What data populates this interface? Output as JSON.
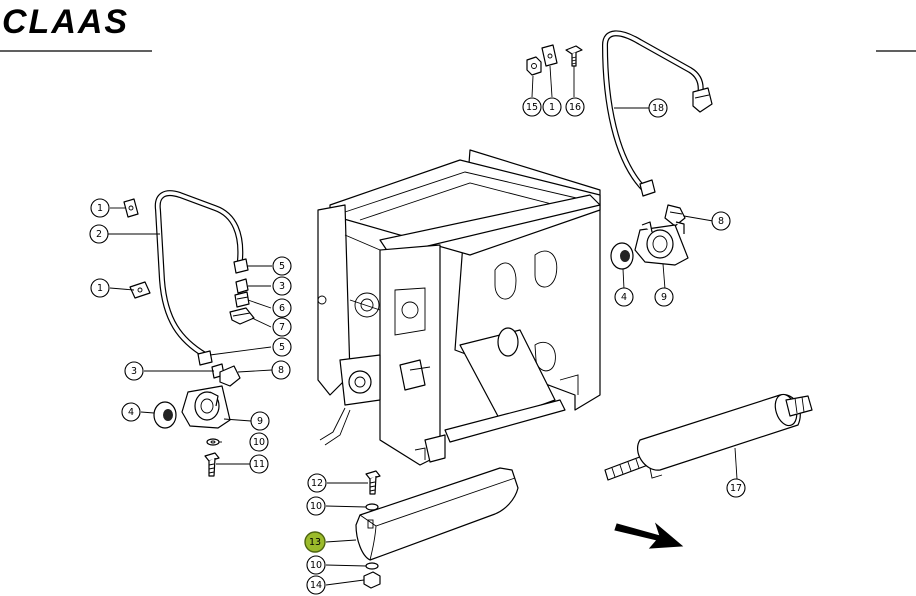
{
  "brand": {
    "logo_text": "CLAAS"
  },
  "colors": {
    "highlight": "#9bbb2b",
    "line": "#000000"
  },
  "callouts": [
    {
      "id": "c15",
      "label": "15"
    },
    {
      "id": "c1a",
      "label": "1"
    },
    {
      "id": "c16",
      "label": "16"
    },
    {
      "id": "c18",
      "label": "18"
    },
    {
      "id": "c1b",
      "label": "1"
    },
    {
      "id": "c2",
      "label": "2"
    },
    {
      "id": "c1c",
      "label": "1"
    },
    {
      "id": "c5a",
      "label": "5"
    },
    {
      "id": "c3a",
      "label": "3"
    },
    {
      "id": "c6",
      "label": "6"
    },
    {
      "id": "c7",
      "label": "7"
    },
    {
      "id": "c5b",
      "label": "5"
    },
    {
      "id": "c3b",
      "label": "3"
    },
    {
      "id": "c8a",
      "label": "8"
    },
    {
      "id": "c4a",
      "label": "4"
    },
    {
      "id": "c9a",
      "label": "9"
    },
    {
      "id": "c10a",
      "label": "10"
    },
    {
      "id": "c11",
      "label": "11"
    },
    {
      "id": "c8b",
      "label": "8"
    },
    {
      "id": "c4b",
      "label": "4"
    },
    {
      "id": "c9b",
      "label": "9"
    },
    {
      "id": "c17",
      "label": "17"
    },
    {
      "id": "c12",
      "label": "12"
    },
    {
      "id": "c10b",
      "label": "10"
    },
    {
      "id": "c13",
      "label": "13",
      "highlighted": true
    },
    {
      "id": "c10c",
      "label": "10"
    },
    {
      "id": "c14",
      "label": "14"
    }
  ]
}
